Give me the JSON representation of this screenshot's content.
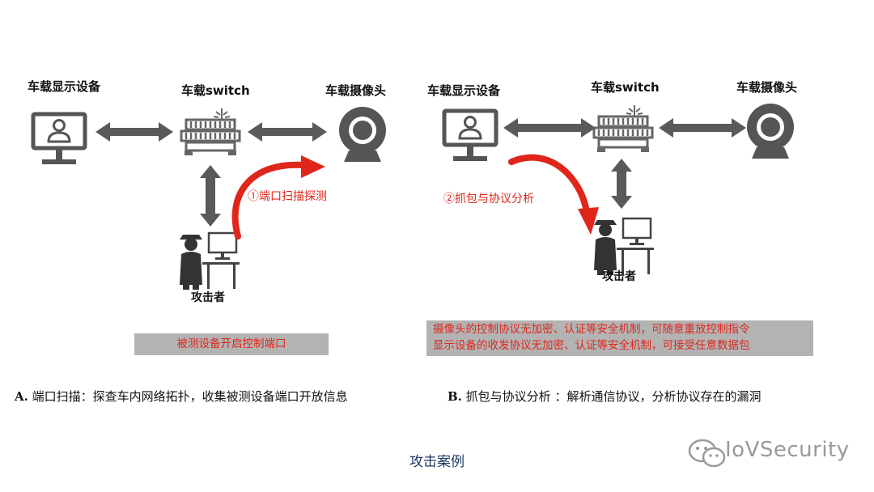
{
  "panel_a": {
    "display_label": "车载显示设备",
    "switch_label": "车载switch",
    "camera_label": "车载摄像头",
    "attacker_label": "攻击者",
    "step_label": "①端口扫描探测",
    "note_line": "被测设备开启控制端口",
    "caption_prefix": "A.",
    "caption_text": " 端口扫描：探查车内网络拓扑，收集被测设备端口开放信息"
  },
  "panel_b": {
    "display_label": "车载显示设备",
    "switch_label": "车载switch",
    "camera_label": "车载摄像头",
    "attacker_label": "攻击者",
    "step_label": "②抓包与协议分析",
    "note_line1": "摄像头的控制协议无加密、认证等安全机制，可随意重放控制指令",
    "note_line2": "显示设备的收发协议无加密、认证等安全机制，可接受任意数据包",
    "caption_prefix": "B.",
    "caption_text": " 抓包与协议分析 ：解析通信协议，分析协议存在的漏洞"
  },
  "footer": {
    "title": "攻击案例"
  },
  "watermark": {
    "text": "IoVSecurity"
  },
  "colors": {
    "arrow_gray": "#5a5a5a",
    "accent_red": "#e0261b",
    "note_bg": "#b3b3b3",
    "footer_blue": "#1f3864"
  }
}
